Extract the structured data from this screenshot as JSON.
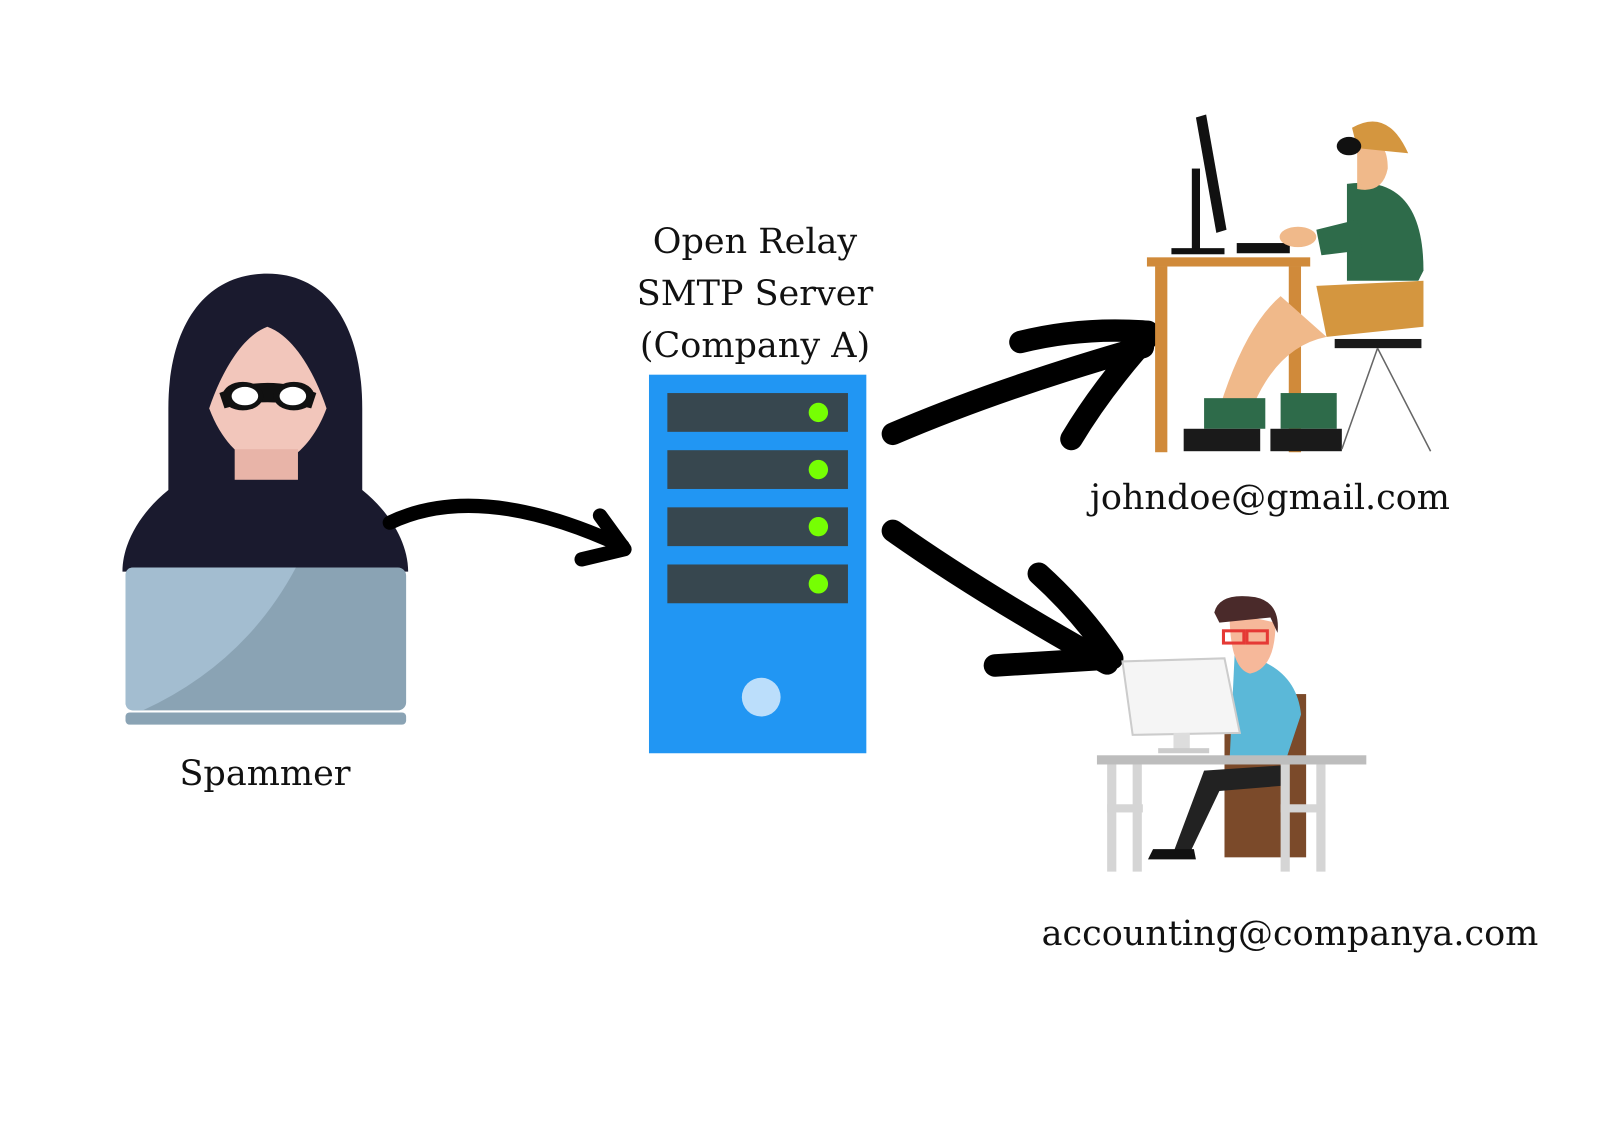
{
  "labels": {
    "spammer": "Spammer",
    "server_line1": "Open Relay",
    "server_line2": "SMTP Server",
    "server_line3": "(Company A)",
    "recipient1": "johndoe@gmail.com",
    "recipient2": "accounting@companya.com"
  },
  "nodes": [
    {
      "id": "spammer",
      "icon": "hooded-hacker-with-laptop-icon"
    },
    {
      "id": "server",
      "icon": "server-tower-icon",
      "drive_bays": 4
    },
    {
      "id": "recipient1",
      "icon": "person-at-computer-icon"
    },
    {
      "id": "recipient2",
      "icon": "person-at-computer-icon"
    }
  ],
  "edges": [
    {
      "from": "spammer",
      "to": "server"
    },
    {
      "from": "server",
      "to": "recipient1"
    },
    {
      "from": "server",
      "to": "recipient2"
    }
  ],
  "colors": {
    "server_body": "#2196f3",
    "drive_bay": "#37474f",
    "status_led": "#76ff03",
    "power_button": "#bbdefb",
    "hood": "#1a1a2e",
    "arrow": "#000000"
  }
}
